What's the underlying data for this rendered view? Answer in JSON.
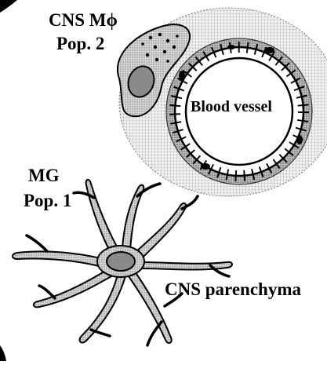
{
  "labels": {
    "cns_macrophage": {
      "line1": "CNS Mϕ",
      "line2": "Pop. 2"
    },
    "blood_vessel": "Blood vessel",
    "microglia": {
      "line1": "MG",
      "line2": "Pop. 1"
    },
    "parenchyma": "CNS parenchyma"
  },
  "colors": {
    "ink": "#000000",
    "stipple": "#9a9a9a",
    "light_stipple": "#d4d4d4",
    "nucleus": "#8a8a8a",
    "lumen": "#ffffff"
  }
}
